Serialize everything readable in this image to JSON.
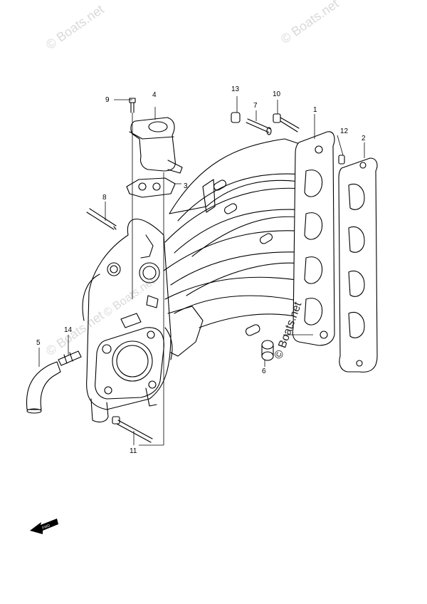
{
  "watermark": {
    "text": "© Boats.net",
    "visible_text": "© Boats.net"
  },
  "callouts": [
    {
      "id": "1",
      "label": "1"
    },
    {
      "id": "2",
      "label": "2"
    },
    {
      "id": "3",
      "label": "3"
    },
    {
      "id": "4",
      "label": "4"
    },
    {
      "id": "5",
      "label": "5"
    },
    {
      "id": "6",
      "label": "6"
    },
    {
      "id": "7",
      "label": "7"
    },
    {
      "id": "8",
      "label": "8"
    },
    {
      "id": "9",
      "label": "9"
    },
    {
      "id": "10",
      "label": "10"
    },
    {
      "id": "11",
      "label": "11"
    },
    {
      "id": "12",
      "label": "12"
    },
    {
      "id": "13",
      "label": "13"
    },
    {
      "id": "14",
      "label": "14"
    }
  ],
  "fwd_arrow": {
    "label": "FWD"
  }
}
